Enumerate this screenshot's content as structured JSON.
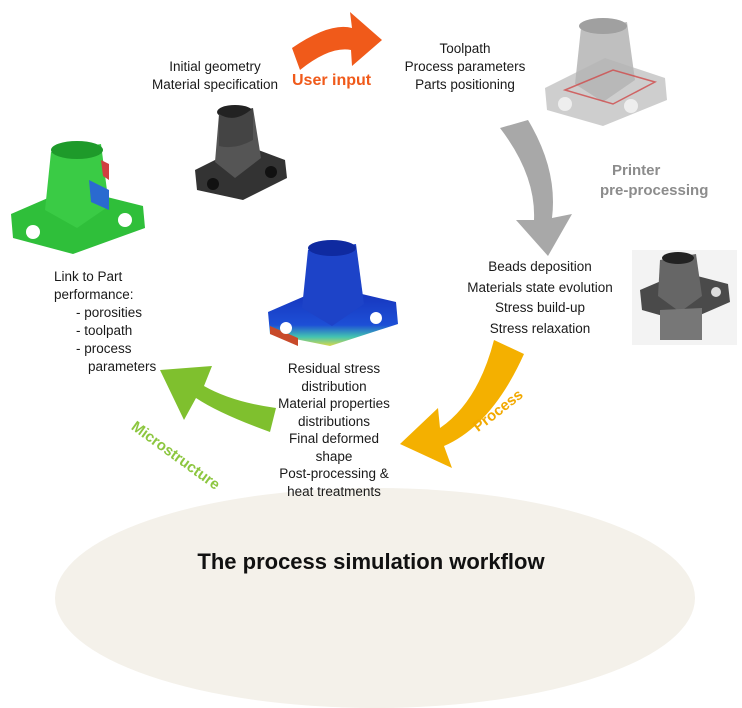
{
  "title": "The process simulation workflow",
  "stages": {
    "user_input": "User input",
    "printer": [
      "Printer",
      "pre-processing"
    ],
    "process": "Process",
    "microstructure": "Microstructure"
  },
  "blocks": {
    "initial": [
      "Initial geometry",
      "Material specification"
    ],
    "toolpath": [
      "Toolpath",
      "Process parameters",
      "Parts positioning"
    ],
    "beads": [
      "Beads deposition",
      "Materials state evolution",
      "Stress build-up",
      "Stress relaxation"
    ],
    "results": [
      "Residual stress",
      "distribution",
      "Material properties",
      "distributions",
      "Final deformed",
      "shape",
      "Post-processing &",
      "heat treatments"
    ],
    "link": {
      "heading": [
        "Link to Part",
        "performance:"
      ],
      "items": [
        "- porosities",
        "- toolpath",
        "- process",
        "parameters"
      ]
    }
  },
  "colors": {
    "user_input": "#f05a1a",
    "printer": "#9e9e9e",
    "process": "#f2a900",
    "microstructure": "#8cc63f"
  }
}
